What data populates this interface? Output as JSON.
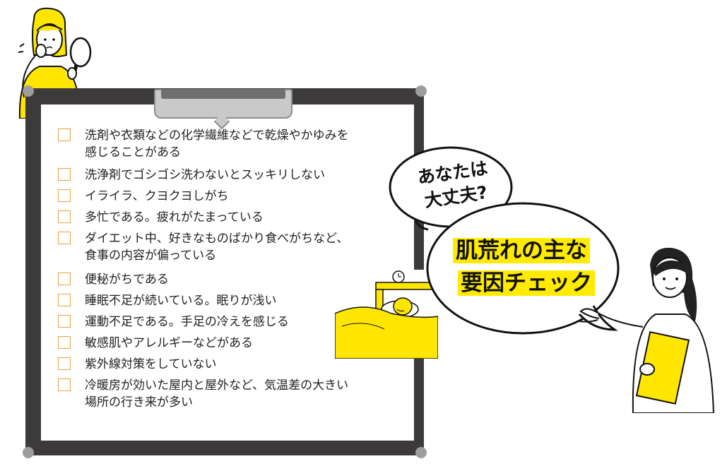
{
  "checklist": [
    {
      "lines": [
        "洗剤や衣類などの化学繊維などで乾燥やかゆみを",
        "感じることがある"
      ]
    },
    {
      "lines": [
        "洗浄剤でゴシゴシ洗わないとスッキリしない"
      ]
    },
    {
      "lines": [
        "イライラ、クヨクヨしがち"
      ]
    },
    {
      "lines": [
        "多忙である。疲れがたまっている"
      ]
    },
    {
      "lines": [
        "ダイエット中、好きなものばかり食べがちなど、",
        "食事の内容が偏っている"
      ]
    },
    {
      "lines": [
        "便秘がちである"
      ]
    },
    {
      "lines": [
        "睡眠不足が続いている。眠りが浅い"
      ]
    },
    {
      "lines": [
        "運動不足である。手足の冷えを感じる"
      ]
    },
    {
      "lines": [
        "敏感肌やアレルギーなどがある"
      ]
    },
    {
      "lines": [
        "紫外線対策をしていない"
      ]
    },
    {
      "lines": [
        "冷暖房が効いた屋内と屋外など、気温差の大きい",
        "場所の行き来が多い"
      ]
    }
  ],
  "bubble_small": {
    "line1": "あなたは",
    "line2": "大丈夫?"
  },
  "bubble_large": {
    "line1": "肌荒れの主な",
    "line2": "要因チェック"
  },
  "colors": {
    "accent_yellow": "#ffe600",
    "board": "#3d3a3b",
    "checkbox": "#e8a040"
  },
  "icons": [
    "woman-with-mirror-illustration",
    "sleeping-person-illustration",
    "alarm-clock-icon",
    "woman-with-clipboard-illustration"
  ]
}
